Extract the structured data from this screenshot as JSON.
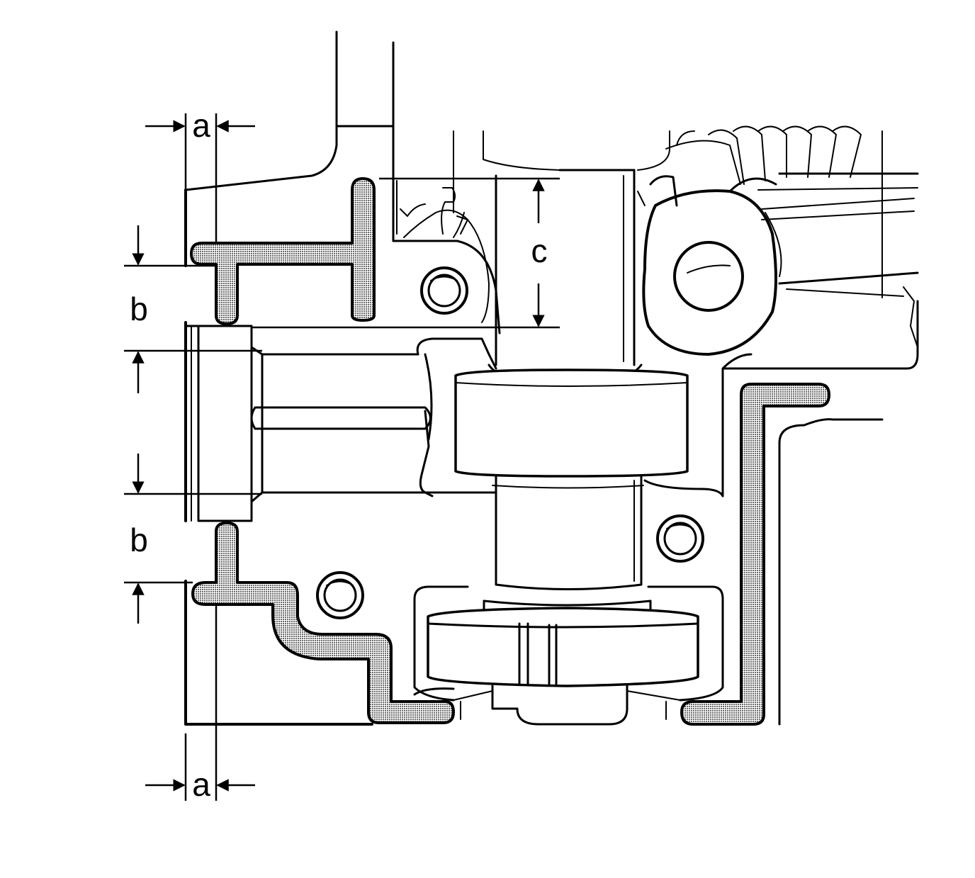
{
  "labels": {
    "a_top": "a",
    "a_bottom": "a",
    "b_upper": "b",
    "b_lower": "b",
    "c": "c"
  },
  "colors": {
    "line": "#000000",
    "background": "#ffffff",
    "sealant_dot": "#000000"
  }
}
